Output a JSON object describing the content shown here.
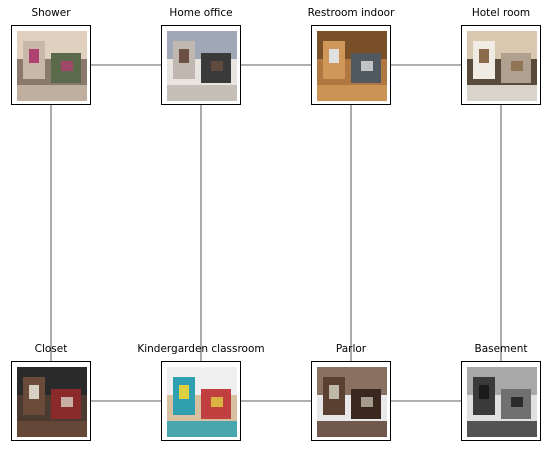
{
  "diagram": {
    "line_color": "#808080",
    "nodes": [
      {
        "id": "shower",
        "label": "Shower",
        "colors": [
          "#8a7a6e",
          "#c8b8a8",
          "#5a6a4a",
          "#b04070",
          "#e0d0c0"
        ]
      },
      {
        "id": "home-office",
        "label": "Home office",
        "colors": [
          "#e8e4e0",
          "#c0b8b0",
          "#3a3a3a",
          "#6a5040",
          "#a0a8b8"
        ]
      },
      {
        "id": "restroom-indoor",
        "label": "Restroom indoor",
        "colors": [
          "#b07840",
          "#d09858",
          "#505860",
          "#e0e0e0",
          "#7a5028"
        ]
      },
      {
        "id": "hotel-room",
        "label": "Hotel room",
        "colors": [
          "#5a4a3a",
          "#f0ece4",
          "#b0a090",
          "#8a6a48",
          "#d8c8b0"
        ]
      },
      {
        "id": "closet",
        "label": "Closet",
        "colors": [
          "#4a3a30",
          "#6a4a38",
          "#8a2a2a",
          "#d8d0c4",
          "#2a2a2a"
        ]
      },
      {
        "id": "kindergarden-classroom",
        "label": "Kindergarden classroom",
        "colors": [
          "#d8c0a0",
          "#30a0b0",
          "#c04040",
          "#e0d040",
          "#f0f0f0"
        ]
      },
      {
        "id": "parlor",
        "label": "Parlor",
        "colors": [
          "#e8e8e8",
          "#5a4030",
          "#3a2820",
          "#c0b8a8",
          "#8a7060"
        ]
      },
      {
        "id": "basement",
        "label": "Basement",
        "colors": [
          "#e0e0e0",
          "#3a3a3a",
          "#707070",
          "#1a1a1a",
          "#a8a8a8"
        ]
      }
    ],
    "edges": [
      [
        "shower",
        "home-office"
      ],
      [
        "home-office",
        "restroom-indoor"
      ],
      [
        "restroom-indoor",
        "hotel-room"
      ],
      [
        "closet",
        "kindergarden-classroom"
      ],
      [
        "kindergarden-classroom",
        "parlor"
      ],
      [
        "parlor",
        "basement"
      ],
      [
        "shower",
        "closet"
      ],
      [
        "home-office",
        "kindergarden-classroom"
      ],
      [
        "restroom-indoor",
        "parlor"
      ],
      [
        "hotel-room",
        "basement"
      ]
    ]
  }
}
